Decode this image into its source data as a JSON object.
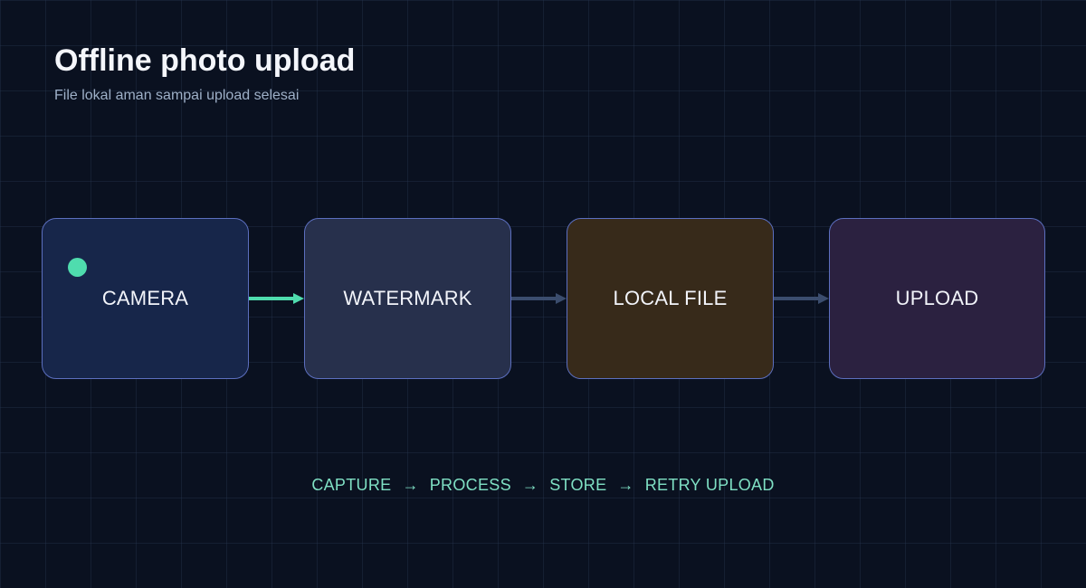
{
  "header": {
    "title": "Offline photo upload",
    "subtitle": "File lokal aman sampai upload selesai"
  },
  "nodes": [
    {
      "id": "camera",
      "label": "CAMERA",
      "active": true
    },
    {
      "id": "watermark",
      "label": "WATERMARK",
      "active": false
    },
    {
      "id": "local-file",
      "label": "LOCAL FILE",
      "active": false
    },
    {
      "id": "upload",
      "label": "UPLOAD",
      "active": false
    }
  ],
  "flow": {
    "steps": [
      "CAPTURE",
      "PROCESS",
      "STORE",
      "RETRY UPLOAD"
    ],
    "separator": "→"
  },
  "colors": {
    "background": "#0a1120",
    "node_border": "#5c6fbf",
    "camera_fill": "#17264a",
    "watermark_fill": "#27304c",
    "local_file_fill": "#372a1a",
    "upload_fill": "#2b2140",
    "active_accent": "#4fdcae",
    "inactive_connector": "#3b4d6e",
    "flow_text": "#7fe0c4"
  }
}
